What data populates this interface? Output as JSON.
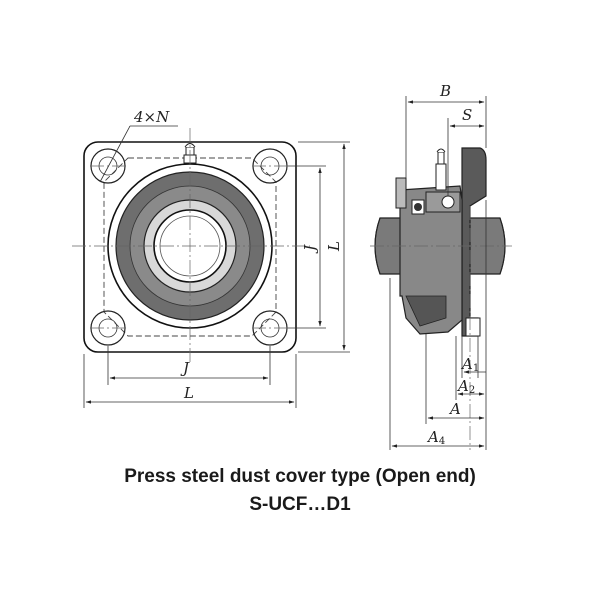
{
  "caption": {
    "line1": "Press steel dust cover type (Open end)",
    "line2": "S-UCF…D1"
  },
  "front_view": {
    "hole_label": "4×N",
    "dim_J_horizontal": "J",
    "dim_L_horizontal": "L",
    "dim_J_vertical": "J",
    "dim_L_vertical": "L"
  },
  "side_view": {
    "dim_B": "B",
    "dim_S": "S",
    "dim_A1": {
      "main": "A",
      "sub": "1"
    },
    "dim_A2": {
      "main": "A",
      "sub": "2"
    },
    "dim_A": "A",
    "dim_A4": {
      "main": "A",
      "sub": "4"
    }
  },
  "colors": {
    "line": "#222222",
    "shade": "#6e6e6e",
    "shade_dark": "#4a4a4a",
    "shade_light": "#9a9a9a"
  }
}
